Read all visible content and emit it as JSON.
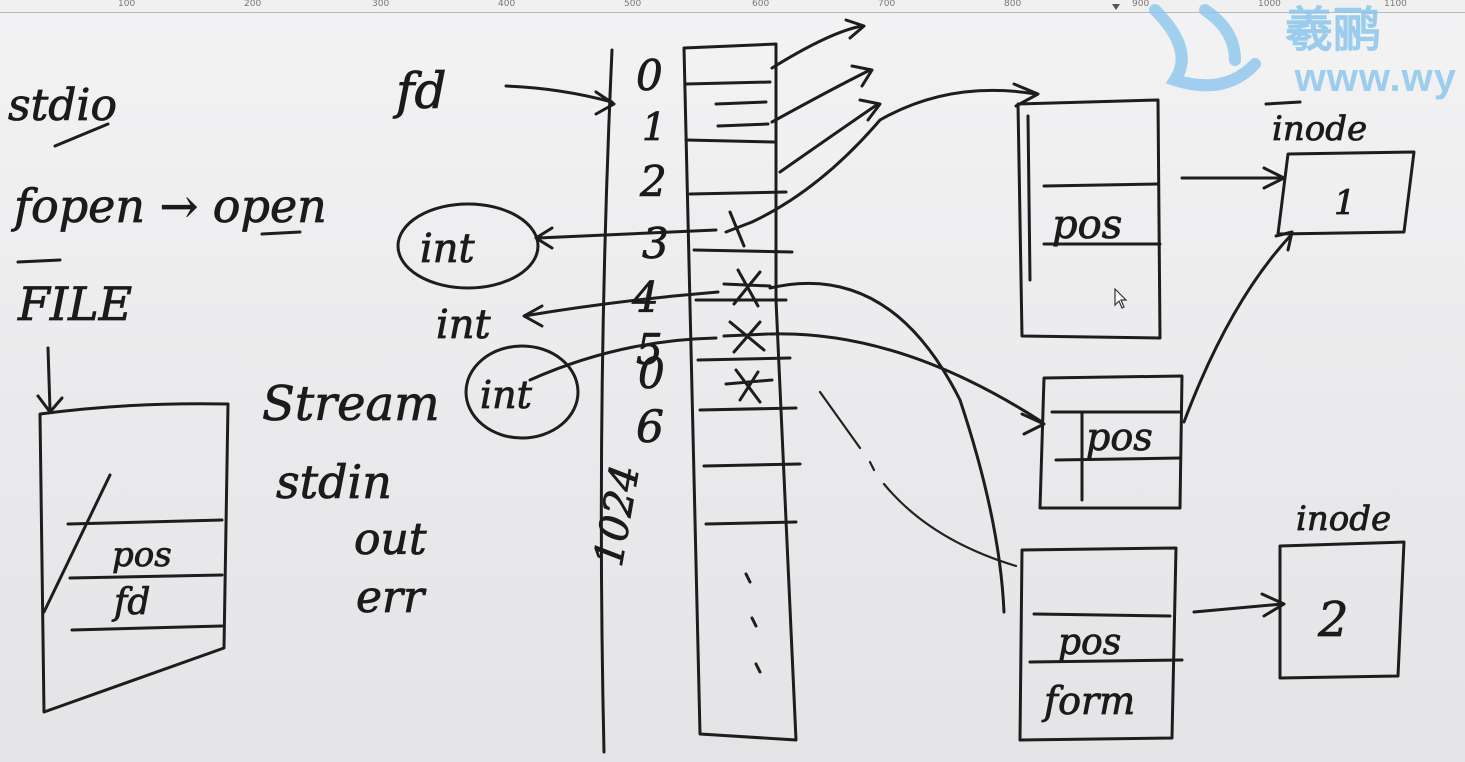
{
  "ruler": {
    "ticks": [
      "100",
      "200",
      "300",
      "400",
      "500",
      "600",
      "700",
      "800",
      "900",
      "1000",
      "1100"
    ]
  },
  "watermark": {
    "brand_chars": "羲鹂",
    "url": "www.wy"
  },
  "left_notes": {
    "stdio": "stdio",
    "fopen_line": "fopen → open",
    "file_type": "FILE",
    "stream_label": "Stream",
    "stdin": "stdin",
    "stdout": "out",
    "stderr": "err",
    "file_struct_pos": "pos",
    "file_struct_fd": "fd"
  },
  "fd_table": {
    "fd_label": "fd",
    "indices": [
      "0",
      "1",
      "2",
      "3",
      "4",
      "5",
      "0",
      "6"
    ],
    "max_label": "1024",
    "int_labels": [
      "int",
      "int",
      "int"
    ]
  },
  "file_entries": [
    {
      "field": "pos"
    },
    {
      "field": "pos"
    },
    {
      "field": "pos",
      "extra": "form"
    }
  ],
  "inodes": [
    {
      "label": "inode",
      "value": "1"
    },
    {
      "label": "inode",
      "value": "2"
    }
  ],
  "colors": {
    "ink": "#1d1d1d",
    "watermark": "#7dbde8"
  }
}
